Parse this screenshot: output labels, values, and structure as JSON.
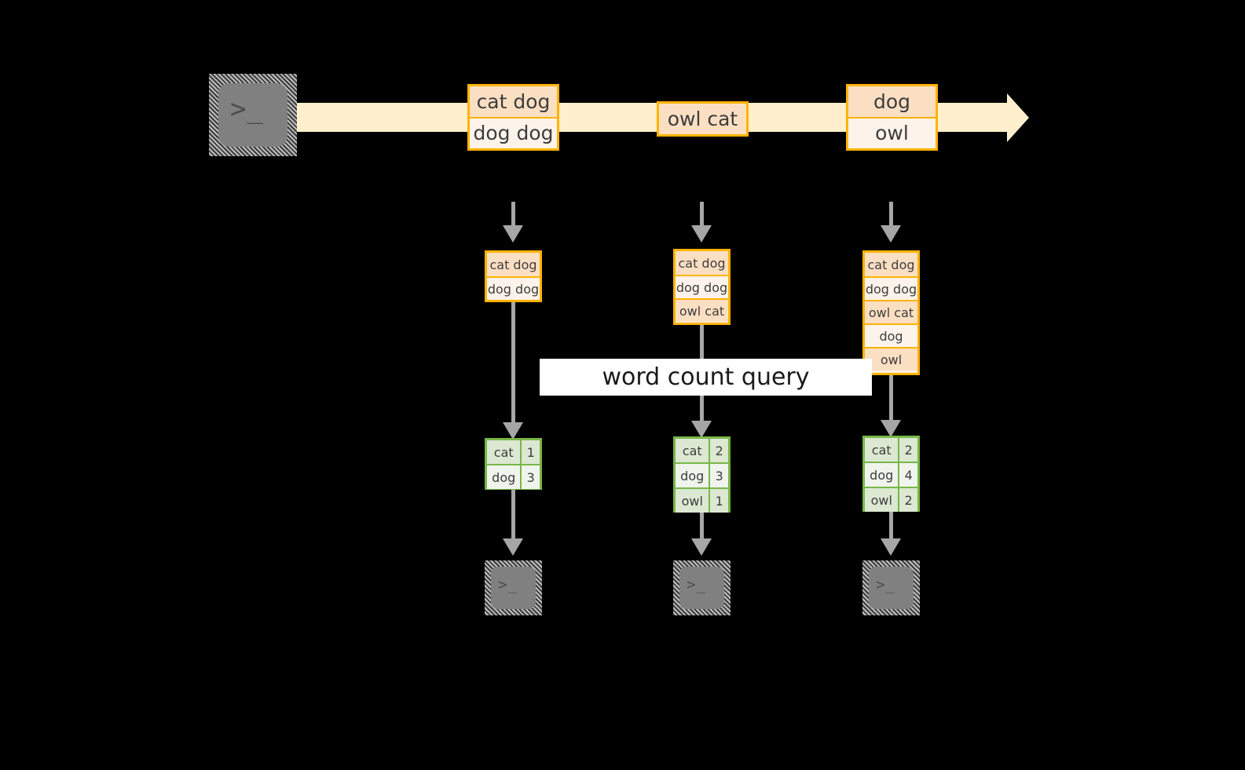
{
  "diagram": {
    "background_color": "#000000",
    "accent_orange": "#ffb300",
    "accent_green": "#78b748",
    "stream_band_color": "#ffefcc",
    "connector_color": "#a6a6a6",
    "query_label": "word count query"
  },
  "source": {
    "icon": "terminal-icon",
    "glyph": ">_"
  },
  "stream_events": [
    {
      "id": "event-1",
      "rows": [
        {
          "text": "cat dog",
          "style": "alt"
        },
        {
          "text": "dog dog",
          "style": "plain"
        }
      ]
    },
    {
      "id": "event-2",
      "rows": [
        {
          "text": "owl cat",
          "style": "alt"
        }
      ]
    },
    {
      "id": "event-3",
      "rows": [
        {
          "text": "dog",
          "style": "alt"
        },
        {
          "text": "owl",
          "style": "plain"
        }
      ]
    }
  ],
  "columns": [
    {
      "id": "column-1",
      "state_rows": [
        {
          "text": "cat dog",
          "style": "alt"
        },
        {
          "text": "dog dog",
          "style": "plain"
        }
      ],
      "counts": [
        {
          "word": "cat",
          "count": "1",
          "style": "shade"
        },
        {
          "word": "dog",
          "count": "3",
          "style": "light"
        }
      ],
      "sink": {
        "icon": "terminal-icon",
        "glyph": ">_"
      }
    },
    {
      "id": "column-2",
      "state_rows": [
        {
          "text": "cat dog",
          "style": "alt"
        },
        {
          "text": "dog dog",
          "style": "plain"
        },
        {
          "text": "owl cat",
          "style": "alt"
        }
      ],
      "counts": [
        {
          "word": "cat",
          "count": "2",
          "style": "shade"
        },
        {
          "word": "dog",
          "count": "3",
          "style": "light"
        },
        {
          "word": "owl",
          "count": "1",
          "style": "shade"
        }
      ],
      "sink": {
        "icon": "terminal-icon",
        "glyph": ">_"
      }
    },
    {
      "id": "column-3",
      "state_rows": [
        {
          "text": "cat dog",
          "style": "alt"
        },
        {
          "text": "dog dog",
          "style": "plain"
        },
        {
          "text": "owl cat",
          "style": "alt"
        },
        {
          "text": "dog",
          "style": "plain"
        },
        {
          "text": "owl",
          "style": "alt"
        }
      ],
      "counts": [
        {
          "word": "cat",
          "count": "2",
          "style": "shade"
        },
        {
          "word": "dog",
          "count": "4",
          "style": "light"
        },
        {
          "word": "owl",
          "count": "2",
          "style": "shade"
        }
      ],
      "sink": {
        "icon": "terminal-icon",
        "glyph": ">_"
      }
    }
  ]
}
